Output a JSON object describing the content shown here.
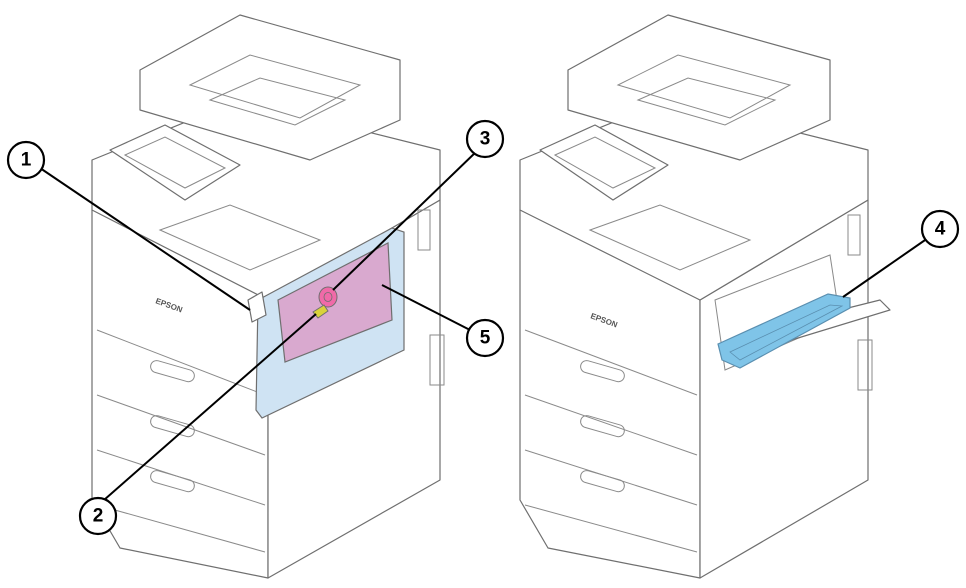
{
  "colors": {
    "front_cover": "#cfe3f3",
    "inner_panel": "#d9a9cf",
    "knob": "#f06aa8",
    "lever": "#d9d23a",
    "bypass_tray": "#7fc4e8"
  },
  "brand_label": "EPSON",
  "callouts": [
    {
      "id": "1",
      "label": "1"
    },
    {
      "id": "2",
      "label": "2"
    },
    {
      "id": "3",
      "label": "3"
    },
    {
      "id": "4",
      "label": "4"
    },
    {
      "id": "5",
      "label": "5"
    }
  ]
}
